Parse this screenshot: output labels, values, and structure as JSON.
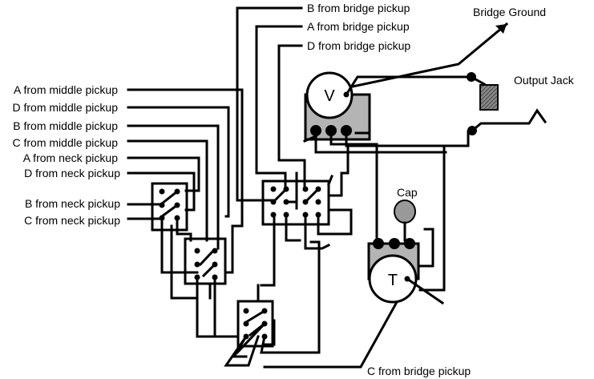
{
  "labels": {
    "b_bridge": "B from bridge pickup",
    "a_bridge": "A from bridge pickup",
    "d_bridge": "D from bridge pickup",
    "bridge_ground": "Bridge Ground",
    "output_jack": "Output Jack",
    "a_middle": "A from middle pickup",
    "d_middle": "D from middle pickup",
    "b_middle": "B from middle pickup",
    "c_middle": "C from middle pickup",
    "a_neck": "A from neck pickup",
    "d_neck": "D from neck pickup",
    "b_neck": "B from neck pickup",
    "c_neck": "C from neck pickup",
    "cap": "Cap",
    "c_bridge": "C from bridge pickup"
  },
  "components": {
    "volume_pot": "V",
    "tone_pot": "T"
  },
  "colors": {
    "ink": "#000000",
    "pot_plate": "#b4b4b4",
    "capacitor": "#999999",
    "jack_tip": "#888888"
  }
}
